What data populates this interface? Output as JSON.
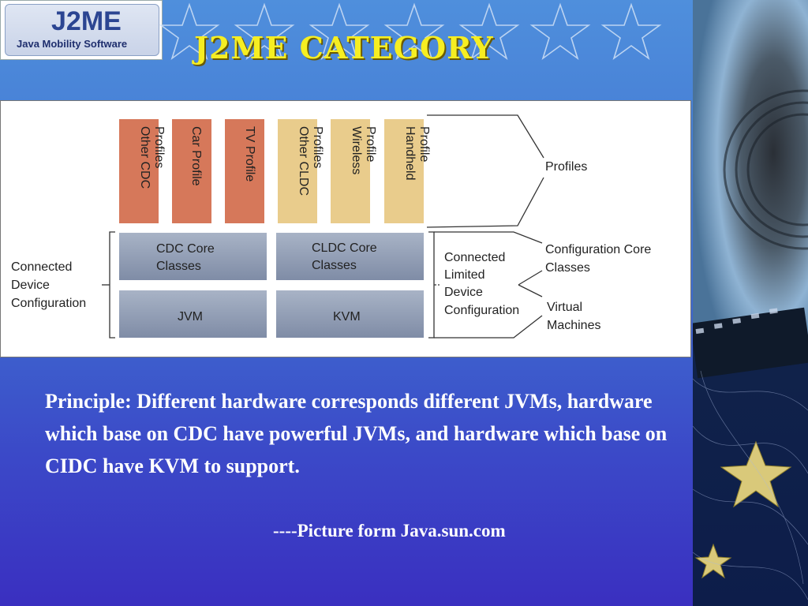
{
  "logo": {
    "product": "J2ME",
    "tagline": "Java Mobility Software"
  },
  "title": "J2ME CATEGORY",
  "diagram": {
    "profiles": [
      "Other CDC Profiles",
      "Car Profile",
      "TV Profile",
      "Other CLDC Profiles",
      "Wireless Profile",
      "Handheld Profile"
    ],
    "core_classes": [
      "CDC Core Classes",
      "CLDC Core Classes"
    ],
    "virtual_machines": [
      "JVM",
      "KVM"
    ],
    "left_group_label": "Connected Device Configuration",
    "mid_group_label": "Connected Limited Device Configuration",
    "right_labels": [
      "Profiles",
      "Configuration Core Classes",
      "Virtual Machines"
    ],
    "colors": {
      "cdc_profile": "#d6785a",
      "cldc_profile": "#e9cc8c",
      "core": "#8f9db4"
    }
  },
  "body": "Principle: Different hardware corresponds different JVMs, hardware which base on CDC have powerful JVMs, and hardware which base on CIDC have KVM to support.",
  "credit": "----Picture form Java.sun.com"
}
